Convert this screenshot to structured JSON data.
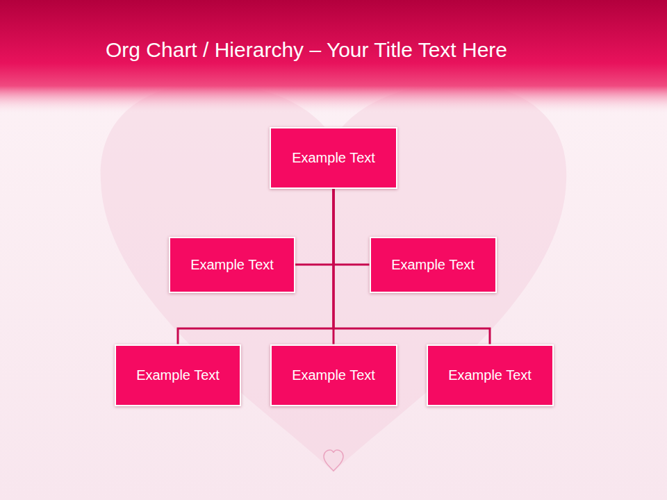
{
  "diagram": {
    "title": "Org Chart / Hierarchy – Your Title Text Here",
    "nodes": [
      {
        "text": [
          "Example Text"
        ]
      },
      {
        "text": [
          "Example Text"
        ]
      },
      {
        "text": [
          "Example Text"
        ]
      },
      {
        "text": [
          "Example Text"
        ]
      },
      {
        "text": [
          "Example Text"
        ]
      },
      {
        "text": [
          "Example Text"
        ]
      }
    ],
    "edges": [
      {
        "from": 0,
        "to": 1,
        "arrow": "none"
      },
      {
        "from": 0,
        "to": 2,
        "arrow": "none"
      },
      {
        "from": 0,
        "to": 3,
        "arrow": "none"
      },
      {
        "from": 0,
        "to": 4,
        "arrow": "none"
      },
      {
        "from": 0,
        "to": 5,
        "arrow": "none"
      }
    ]
  }
}
